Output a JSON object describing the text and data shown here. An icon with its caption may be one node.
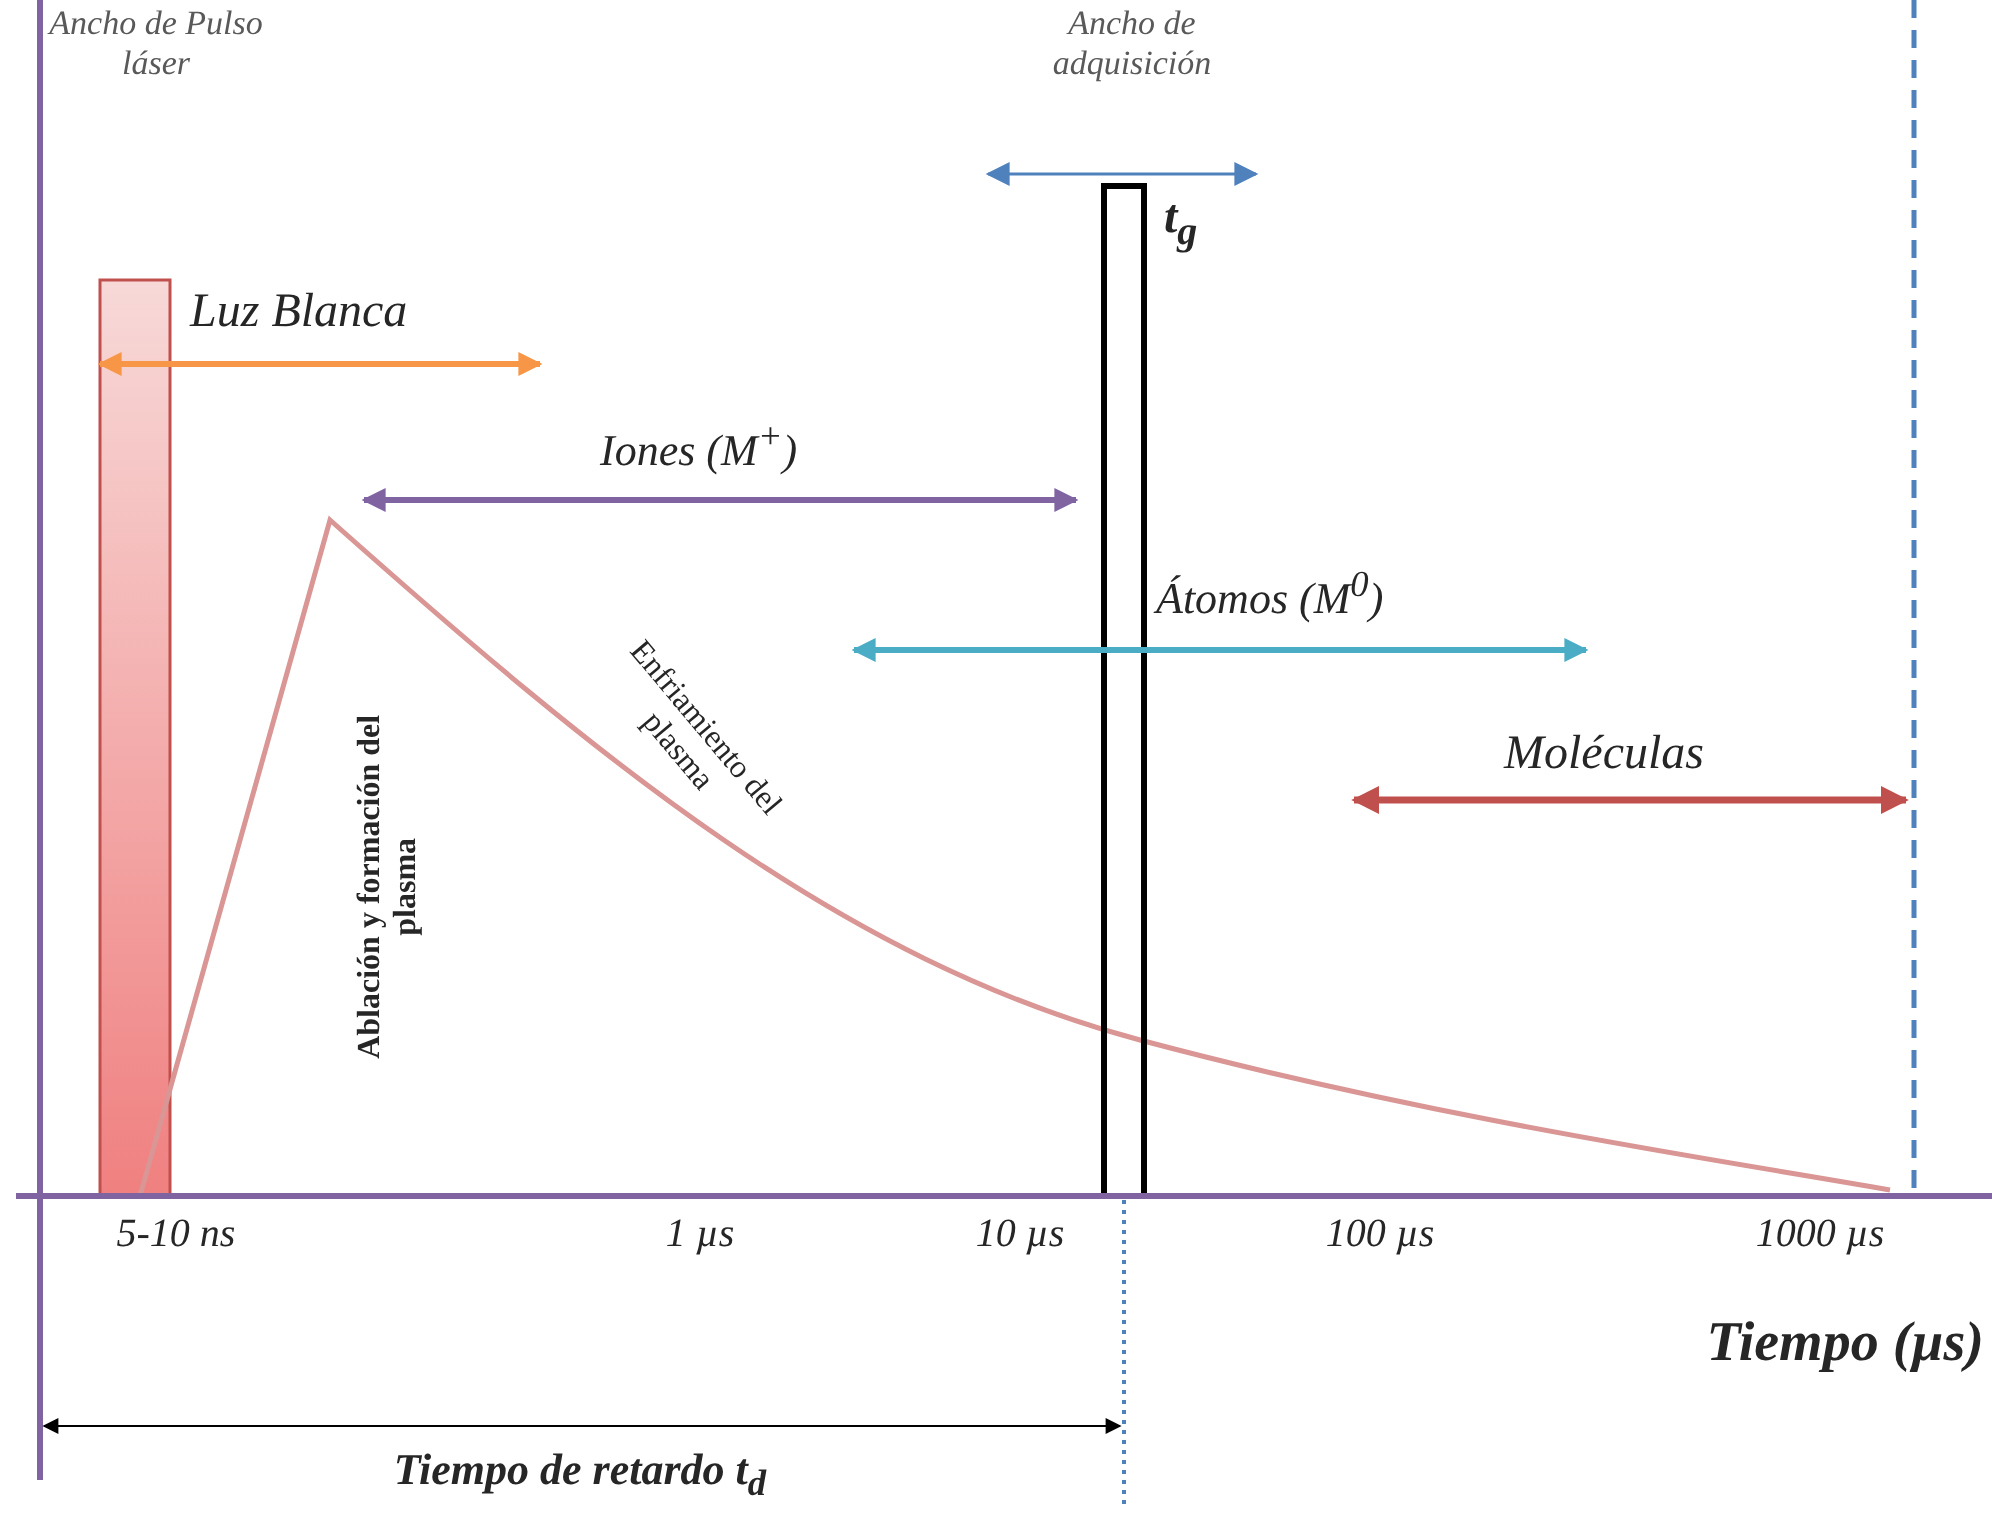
{
  "diagram": {
    "nodes": [
      {
        "text": [],
        "shape": "bar"
      },
      {
        "text": [],
        "shape": "bar",
        "beside": [
          "t$_{g}$"
        ]
      }
    ],
    "labels": [
      "Ancho de Pulso láser",
      "Ancho de adquisición",
      "Luz Blanca",
      "Iones (M$^{+}$)",
      "Átomos (M$^{0}$)",
      "Enfriamiento del plasma",
      "Moléculas",
      "Ablación y formación del plasma",
      "5-10 ns",
      "1 µs",
      "10 µs",
      "100 µs",
      "1000 µs",
      "Tiempo (µs)",
      "Tiempo de retardo t$_{d}$"
    ]
  }
}
